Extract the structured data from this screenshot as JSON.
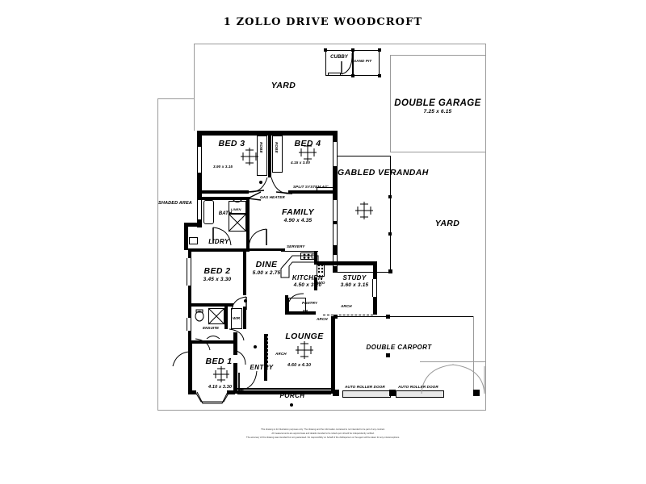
{
  "title": "1 ZOLLO DRIVE WOODCROFT",
  "outdoor": {
    "yard_top": "YARD",
    "yard_right": "YARD",
    "shaded_area": "SHADED AREA",
    "cubby": "CUBBY",
    "sand_pit": "SAND PIT"
  },
  "rooms": [
    {
      "name": "DOUBLE GARAGE",
      "dims": "7.25 x 6.15"
    },
    {
      "name": "BED 3",
      "dims": "3.90 x 3.15"
    },
    {
      "name": "BED 4",
      "dims": "4.15 x 3.00"
    },
    {
      "name": "GABLED VERANDAH",
      "dims": ""
    },
    {
      "name": "FAMILY",
      "dims": "4.90 x 4.35"
    },
    {
      "name": "BATH",
      "dims": ""
    },
    {
      "name": "L'DRY",
      "dims": ""
    },
    {
      "name": "DINE",
      "dims": "5.00 x 2.75"
    },
    {
      "name": "BED 2",
      "dims": "3.45 x 3.30"
    },
    {
      "name": "KITCHEN",
      "dims": "4.50 x 3.20"
    },
    {
      "name": "STUDY",
      "dims": "3.60 x 3.15"
    },
    {
      "name": "ENSUITE",
      "dims": ""
    },
    {
      "name": "LOUNGE",
      "dims": "4.60 x 4.10"
    },
    {
      "name": "BED 1",
      "dims": "4.10 x 3.30"
    },
    {
      "name": "DOUBLE CARPORT",
      "dims": ""
    },
    {
      "name": "PORCH",
      "dims": ""
    },
    {
      "name": "ENTRY",
      "dims": ""
    }
  ],
  "fixtures": {
    "robe_left": "ROBE",
    "robe_right": "ROBE",
    "gas_heater": "GAS HEATER",
    "split_system": "SPLIT SYSTEM A/C",
    "linen": "LINEN",
    "servery": "SERVERY",
    "pantry": "PANTRY",
    "fridge": "FR",
    "wall_oven": "W/O",
    "wir": "WIR",
    "arch_study": "ARCH",
    "arch_kitchen": "ARCH",
    "arch_lounge": "ARCH",
    "arch_entry": "ARCH",
    "roller_door_1": "AUTO ROLLER DOOR",
    "roller_door_2": "AUTO ROLLER DOOR"
  },
  "disclaimer": {
    "line1": "This drawing is for illustration purposes only. The drawing and the information contained is not intended to be part of any contract.",
    "line2": "All measurements are approximate and details intended to be relied upon should be independently verified.",
    "line3": "The accuracy of this drawing was intended but not guaranteed. No responsibility on behalf of the draftsperson or the agent will be taken for any  misconceptions."
  }
}
